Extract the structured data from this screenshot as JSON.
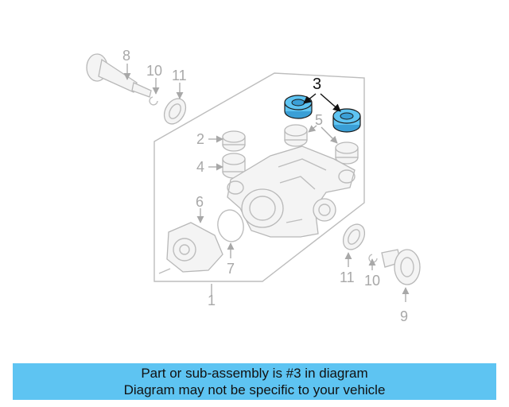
{
  "callouts": {
    "c1": "1",
    "c2": "2",
    "c3": "3",
    "c4": "4",
    "c5": "5",
    "c6": "6",
    "c7": "7",
    "c8": "8",
    "c9": "9",
    "c10a": "10",
    "c10b": "10",
    "c11a": "11",
    "c11b": "11"
  },
  "highlight_color": "#5ec4f2",
  "banner": {
    "line1": "Part or sub-assembly is #3 in diagram",
    "line2": "Diagram may not be specific to your vehicle"
  }
}
